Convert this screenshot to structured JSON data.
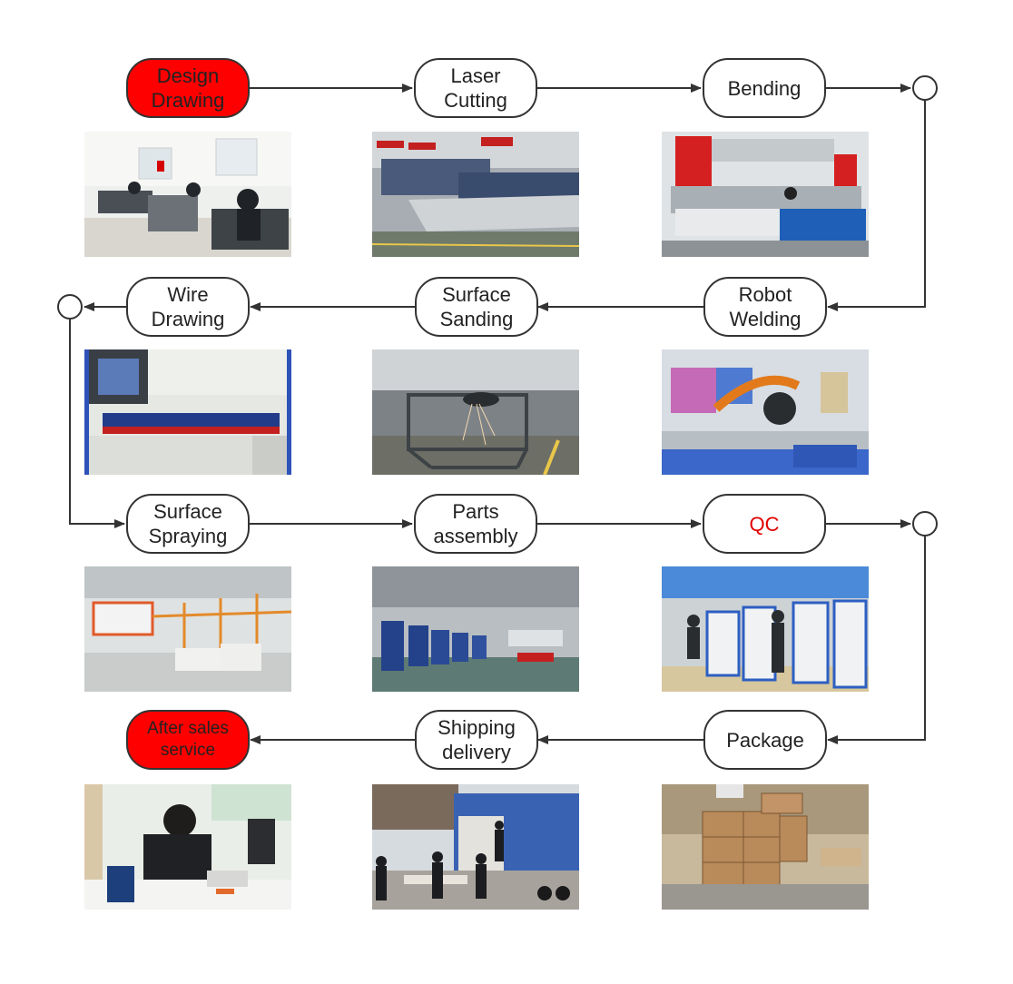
{
  "steps": [
    {
      "label": "Design\nDrawing"
    },
    {
      "label": "Laser\nCutting"
    },
    {
      "label": "Bending"
    },
    {
      "label": "Robot\nWelding"
    },
    {
      "label": "Surface\nSanding"
    },
    {
      "label": "Wire\nDrawing"
    },
    {
      "label": "Surface\nSpraying"
    },
    {
      "label": "Parts\nassembly"
    },
    {
      "label": "QC"
    },
    {
      "label": "Package"
    },
    {
      "label": "Shipping\ndelivery"
    },
    {
      "label": "After sales\nservice"
    }
  ],
  "photos": [
    {
      "icon": "office-desks-photo"
    },
    {
      "icon": "laser-cutter-photo"
    },
    {
      "icon": "press-brake-photo"
    },
    {
      "icon": "welding-robot-photo"
    },
    {
      "icon": "sanding-frame-photo"
    },
    {
      "icon": "wire-drawing-machine-photo"
    },
    {
      "icon": "spray-line-photo"
    },
    {
      "icon": "assembly-hall-photo"
    },
    {
      "icon": "qc-kiosks-photo"
    },
    {
      "icon": "wooden-crates-photo"
    },
    {
      "icon": "truck-loading-photo"
    },
    {
      "icon": "service-desk-photo"
    }
  ],
  "colors": {
    "highlight_fill": "#ff0000",
    "highlight_text": "#e00000",
    "stroke": "#333333"
  }
}
